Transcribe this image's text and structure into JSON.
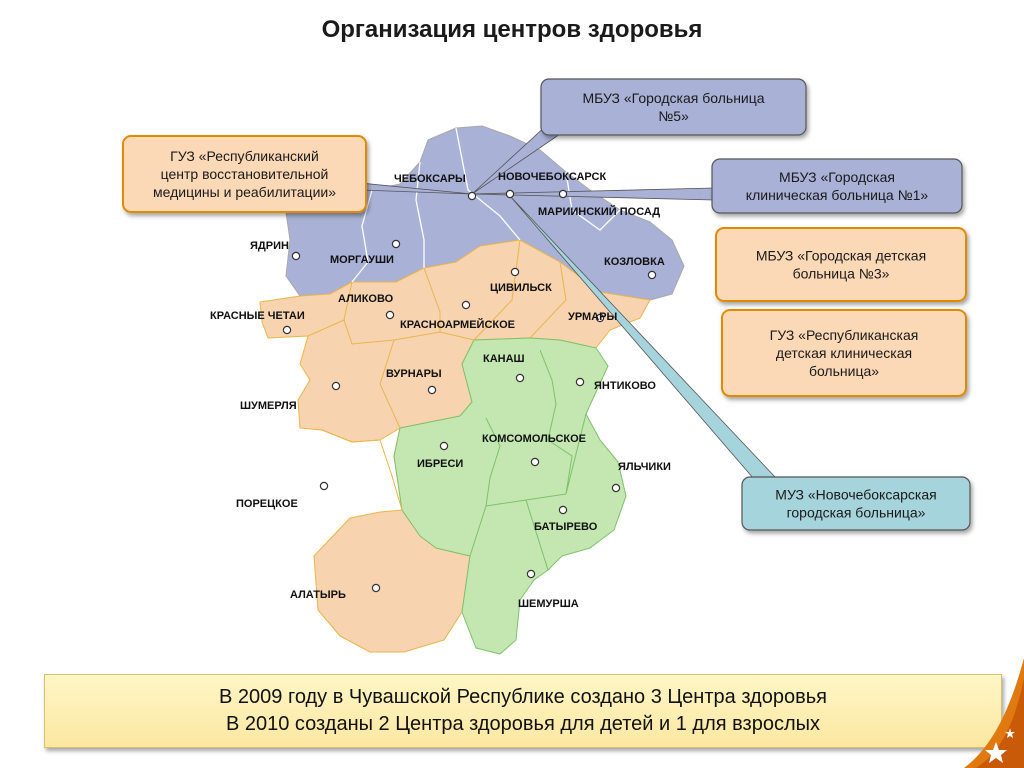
{
  "title": "Организация центров здоровья",
  "colors": {
    "blue": "#a9b1d6",
    "peach": "#f8d3b0",
    "green": "#c4e7b2",
    "accent_orange": "#e08a00"
  },
  "legend_meaning": null,
  "cities": [
    {
      "name": "ЧЕБОКСАРЫ"
    },
    {
      "name": "НОВОЧЕБОКСАРСК"
    },
    {
      "name": "МАРИИНСКИЙ ПОСАД"
    },
    {
      "name": "ЯДРИН"
    },
    {
      "name": "МОРГАУШИ"
    },
    {
      "name": "КОЗЛОВКА"
    },
    {
      "name": "ЦИВИЛЬСК"
    },
    {
      "name": "АЛИКОВО"
    },
    {
      "name": "КРАСНЫЕ ЧЕТАИ"
    },
    {
      "name": "КРАСНОАРМЕЙСКОЕ"
    },
    {
      "name": "УРМАРЫ"
    },
    {
      "name": "КАНАШ"
    },
    {
      "name": "ВУРНАРЫ"
    },
    {
      "name": "ЯНТИКОВО"
    },
    {
      "name": "ШУМЕРЛЯ"
    },
    {
      "name": "КОМСОМОЛЬСКОЕ"
    },
    {
      "name": "ИБРЕСИ"
    },
    {
      "name": "ЯЛЬЧИКИ"
    },
    {
      "name": "ПОРЕЦКОЕ"
    },
    {
      "name": "БАТЫРЕВО"
    },
    {
      "name": "АЛАТЫРЬ"
    },
    {
      "name": "ШЕМУРША"
    }
  ],
  "callouts": [
    {
      "lines": [
        "МБУЗ «Городская больница",
        "№5»"
      ]
    },
    {
      "lines": [
        "ГУЗ «Республиканский",
        "центр восстановительной",
        "медицины и реабилитации»"
      ]
    },
    {
      "lines": [
        "МБУЗ «Городская",
        "клиническая больница №1»"
      ]
    },
    {
      "lines": [
        "МБУЗ «Городская детская",
        "больница №3»"
      ]
    },
    {
      "lines": [
        "ГУЗ «Республиканская",
        "детская клиническая",
        "больница»"
      ]
    },
    {
      "lines": [
        "МУЗ «Новочебоксарская",
        "городская больница»"
      ]
    }
  ],
  "footer": {
    "line1": "В 2009 году в Чувашской Республике  создано 3 Центра здоровья",
    "line2": "В 2010  созданы 2 Центра здоровья для детей и 1 для взрослых"
  }
}
